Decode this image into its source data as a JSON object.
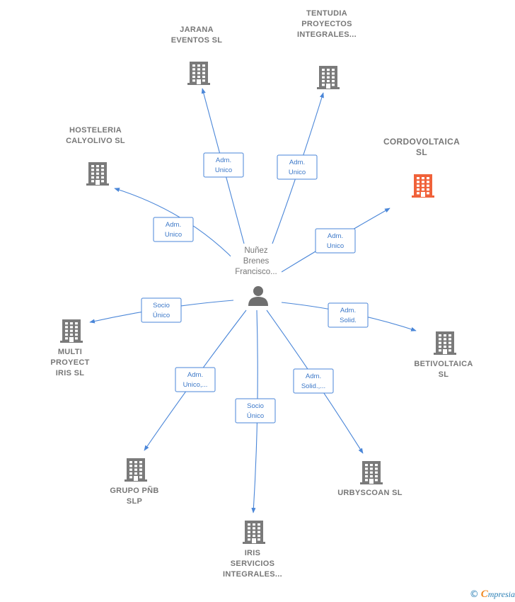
{
  "center": {
    "name_lines": [
      "Nuñez",
      "Brenes",
      "Francisco..."
    ],
    "icon": "person-icon"
  },
  "companies": [
    {
      "id": "jarana",
      "name_lines": [
        "JARANA",
        "EVENTOS  SL"
      ],
      "highlight": false,
      "icon": "building-icon"
    },
    {
      "id": "tentudia",
      "name_lines": [
        "TENTUDIA",
        "PROYECTOS",
        "INTEGRALES..."
      ],
      "highlight": false,
      "icon": "building-icon"
    },
    {
      "id": "hosteleria",
      "name_lines": [
        "HOSTELERIA",
        "CALYOLIVO  SL"
      ],
      "highlight": false,
      "icon": "building-icon"
    },
    {
      "id": "cordovoltaica",
      "name_lines": [
        "CORDOVOLTAICA",
        "SL"
      ],
      "highlight": true,
      "icon": "building-icon"
    },
    {
      "id": "multi",
      "name_lines": [
        "MULTI",
        "PROYECT",
        "IRIS  SL"
      ],
      "highlight": false,
      "icon": "building-icon"
    },
    {
      "id": "betivoltaica",
      "name_lines": [
        "BETIVOLTAICA",
        "SL"
      ],
      "highlight": false,
      "icon": "building-icon"
    },
    {
      "id": "grupo",
      "name_lines": [
        "GRUPO PÑB",
        "SLP"
      ],
      "highlight": false,
      "icon": "building-icon"
    },
    {
      "id": "urbyscoan",
      "name_lines": [
        "URBYSCOAN SL"
      ],
      "highlight": false,
      "icon": "building-icon"
    },
    {
      "id": "iris",
      "name_lines": [
        "IRIS",
        "SERVICIOS",
        "INTEGRALES..."
      ],
      "highlight": false,
      "icon": "building-icon"
    }
  ],
  "relations": [
    {
      "to": "jarana",
      "label_lines": [
        "Adm.",
        "Unico"
      ]
    },
    {
      "to": "tentudia",
      "label_lines": [
        "Adm.",
        "Unico"
      ]
    },
    {
      "to": "hosteleria",
      "label_lines": [
        "Adm.",
        "Unico"
      ]
    },
    {
      "to": "cordovoltaica",
      "label_lines": [
        "Adm.",
        "Unico"
      ]
    },
    {
      "to": "multi",
      "label_lines": [
        "Socio",
        "Único"
      ]
    },
    {
      "to": "betivoltaica",
      "label_lines": [
        "Adm.",
        "Solid."
      ]
    },
    {
      "to": "grupo",
      "label_lines": [
        "Adm.",
        "Unico,..."
      ]
    },
    {
      "to": "urbyscoan",
      "label_lines": [
        "Adm.",
        "Solid.,..."
      ]
    },
    {
      "to": "iris",
      "label_lines": [
        "Socio",
        "Único"
      ]
    }
  ],
  "colors": {
    "edge": "#4a86d8",
    "building": "#7a7a7a",
    "building_highlight": "#f0623a",
    "person": "#6f6f6f"
  },
  "footer": {
    "copyright": "©",
    "brand_first": "C",
    "brand_rest": "mpresia"
  }
}
